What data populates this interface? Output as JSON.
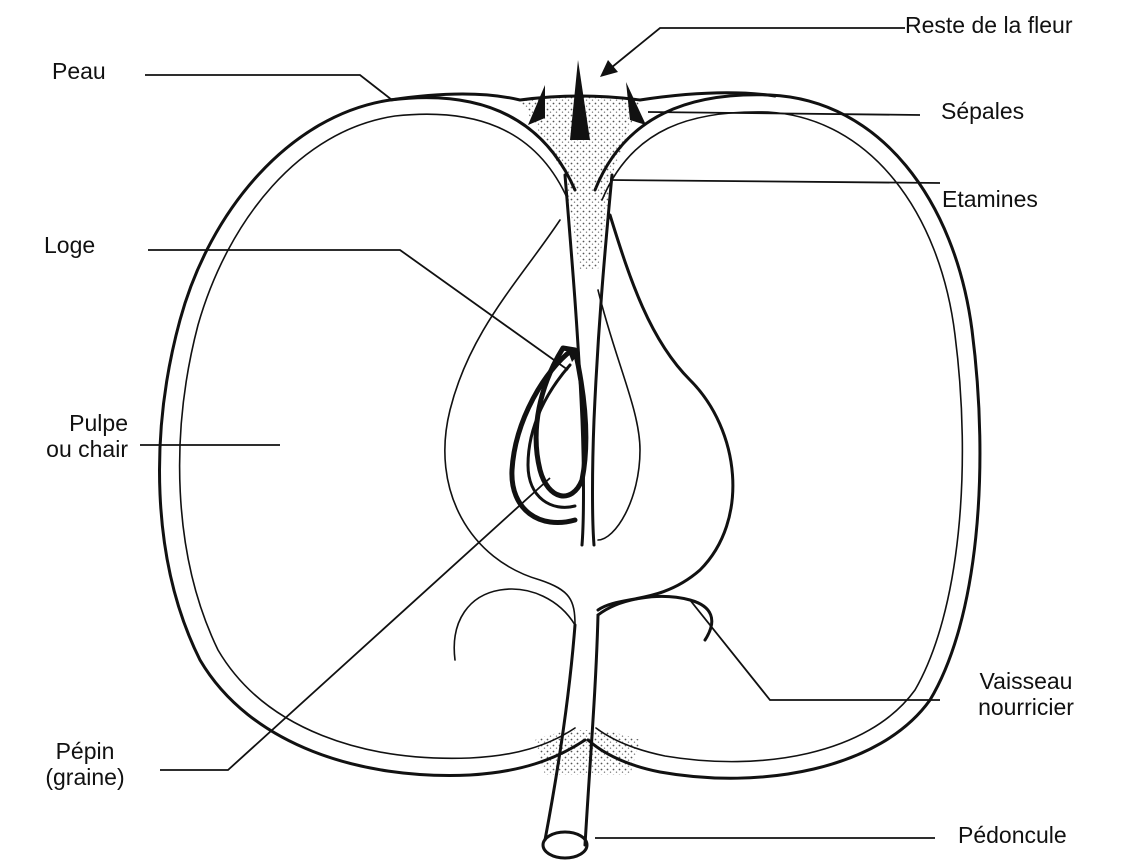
{
  "labels": {
    "reste_fleur": "Reste de la fleur",
    "peau": "Peau",
    "sepales": "Sépales",
    "etamines": "Etamines",
    "loge": "Loge",
    "pulpe_line1": "Pulpe",
    "pulpe_line2": "ou chair",
    "vaisseau_line1": "Vaisseau",
    "vaisseau_line2": "nourricier",
    "pepin_line1": "Pépin",
    "pepin_line2": "(graine)",
    "pedoncule": "Pédoncule"
  },
  "colors": {
    "ink": "#111111",
    "stipple": "#9a9a9a",
    "background": "#ffffff"
  }
}
